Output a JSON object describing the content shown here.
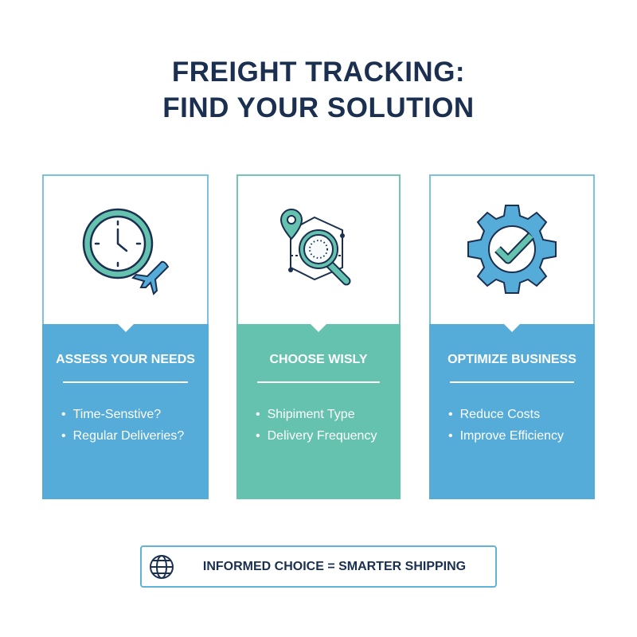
{
  "title": {
    "line1": "FREIGHT TRACKING:",
    "line2": "FIND YOUR SOLUTION"
  },
  "colors": {
    "navy": "#1b3050",
    "blue": "#56acd9",
    "teal": "#65c2ae"
  },
  "cards": [
    {
      "icon": "clock-airplane-icon",
      "heading": "ASSESS YOUR NEEDS",
      "items": [
        "Time-Senstive?",
        "Regular Deliveries?"
      ]
    },
    {
      "icon": "map-pin-magnifier-icon",
      "heading": "CHOOSE WISLY",
      "items": [
        "Shipiment Type",
        "Delivery Frequency"
      ]
    },
    {
      "icon": "gear-checkmark-icon",
      "heading": "OPTIMIZE BUSINESS",
      "items": [
        "Reduce Costs",
        "Improve Efficiency"
      ]
    }
  ],
  "footer": {
    "icon": "globe-icon",
    "text": "INFORMED CHOICE = SMARTER SHIPPING"
  }
}
